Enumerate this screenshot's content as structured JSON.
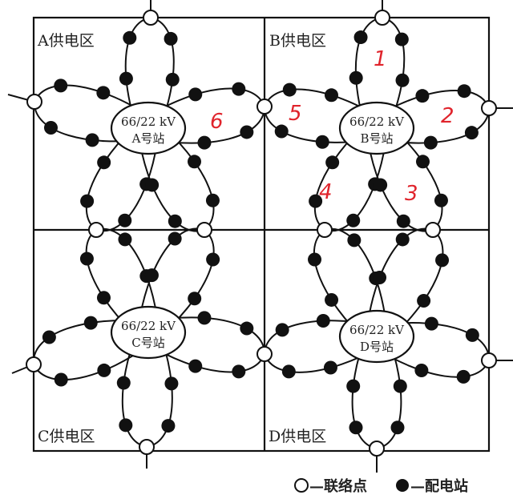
{
  "zones": {
    "A": "A供电区",
    "B": "B供电区",
    "C": "C供电区",
    "D": "D供电区"
  },
  "stations": {
    "A": {
      "voltage": "66/22 kV",
      "name": "A号站"
    },
    "B": {
      "voltage": "66/22 kV",
      "name": "B号站"
    },
    "C": {
      "voltage": "66/22 kV",
      "name": "C号站"
    },
    "D": {
      "voltage": "66/22 kV",
      "name": "D号站"
    }
  },
  "annotations": [
    "1",
    "2",
    "3",
    "4",
    "5",
    "6"
  ],
  "legend": {
    "tie_point": "—联络点",
    "substation": "—配电站"
  },
  "colors": {
    "annotation": "#e0242c",
    "line": "#111111"
  }
}
